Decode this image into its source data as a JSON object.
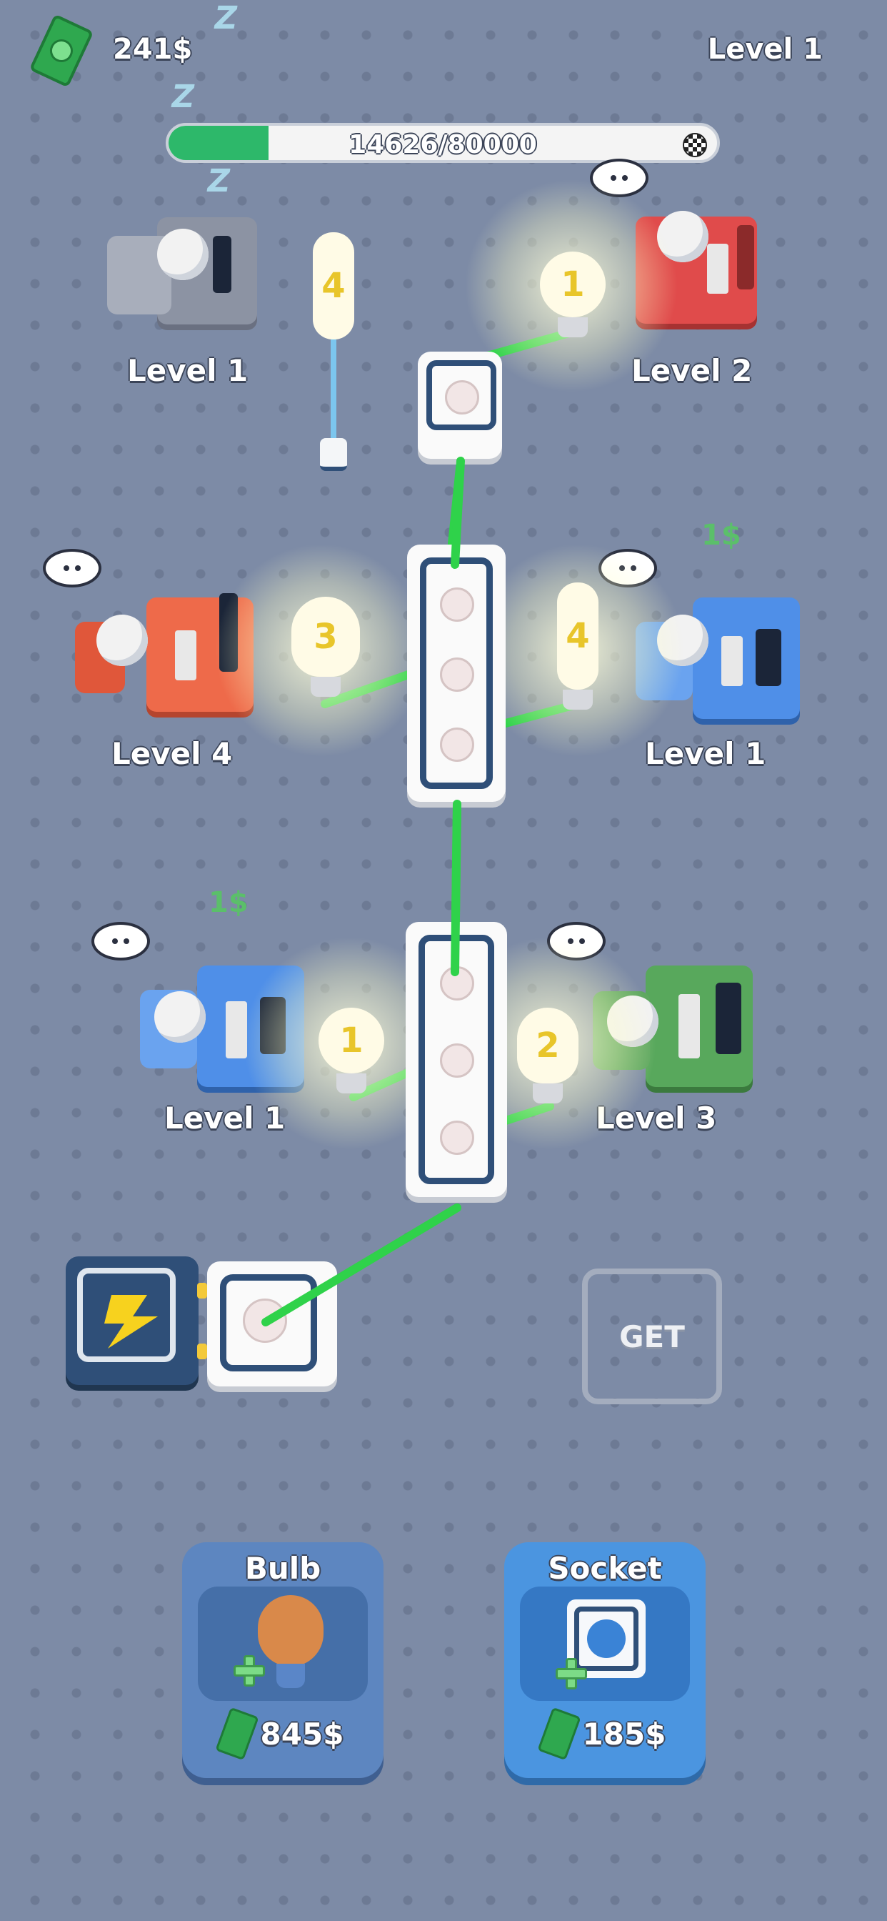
{
  "hud": {
    "money": "241$",
    "level": "Level 1",
    "progress_text": "14626/80000",
    "progress_current": 14626,
    "progress_max": 80000
  },
  "workstations": [
    {
      "label": "Level 1",
      "desk_color": "#8c93a3"
    },
    {
      "label": "Level 2",
      "desk_color": "#e04b4b"
    },
    {
      "label": "Level 4",
      "desk_color": "#ee6a4a"
    },
    {
      "label": "Level 1",
      "desk_color": "#4f8fe8"
    },
    {
      "label": "Level 1",
      "desk_color": "#4f8fe8"
    },
    {
      "label": "Level 3",
      "desk_color": "#58a85c"
    }
  ],
  "bulbs": [
    {
      "number": "4"
    },
    {
      "number": "1"
    },
    {
      "number": "3"
    },
    {
      "number": "4"
    },
    {
      "number": "1"
    },
    {
      "number": "2"
    }
  ],
  "floating_income": [
    "1$",
    "1$"
  ],
  "sleep_text": [
    "Z",
    "Z",
    "Z"
  ],
  "get_button": "GET",
  "shop": {
    "bulb": {
      "title": "Bulb",
      "price": "845$"
    },
    "socket": {
      "title": "Socket",
      "price": "185$"
    }
  },
  "colors": {
    "background": "#7d8ba6",
    "progress_fill": "#2db86a",
    "wire": "#2fd24a",
    "socket_shop": "#4b95e0",
    "bulb_shop_disabled": "#5d86c0"
  },
  "icons": [
    "money-icon",
    "checkered-flag-icon",
    "speech-bubble-icon",
    "lightning-icon",
    "plus-icon",
    "bulb-icon",
    "socket-icon"
  ]
}
